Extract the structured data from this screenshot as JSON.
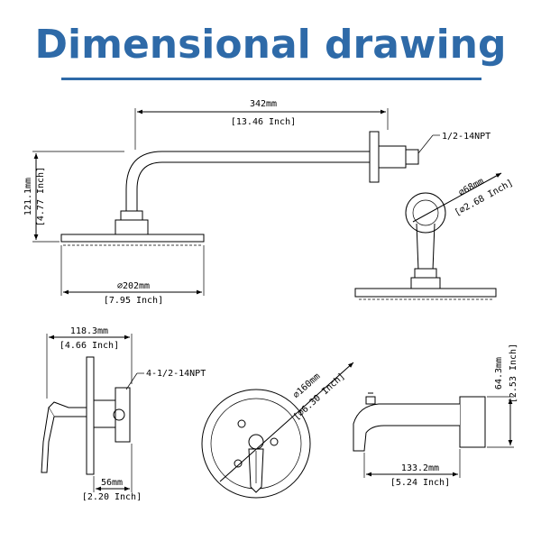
{
  "title": "Dimensional drawing",
  "colors": {
    "title": "#2e6aa8",
    "line": "#000000",
    "background": "#ffffff"
  },
  "shower_arm": {
    "length_mm": "342mm",
    "length_in": "[13.46 Inch]",
    "thread": "1/2-14NPT"
  },
  "shower_head": {
    "height_mm": "121.1mm",
    "height_in": "[4.77 Inch]",
    "diameter_mm": "⌀202mm",
    "diameter_in": "[7.95 Inch]"
  },
  "flange": {
    "diameter_mm": "⌀68mm",
    "diameter_in": "[⌀2.68 Inch]"
  },
  "valve": {
    "depth_mm": "118.3mm",
    "depth_in": "[4.66 Inch]",
    "thread": "4-1/2-14NPT",
    "body_mm": "56mm",
    "body_in": "[2.20 Inch]"
  },
  "trim_plate": {
    "diameter_mm": "⌀160mm",
    "diameter_in": "[⌀6.30 Inch]"
  },
  "tub_spout": {
    "height_mm": "64.3mm",
    "height_in": "[2.53 Inch]",
    "length_mm": "133.2mm",
    "length_in": "[5.24 Inch]"
  }
}
